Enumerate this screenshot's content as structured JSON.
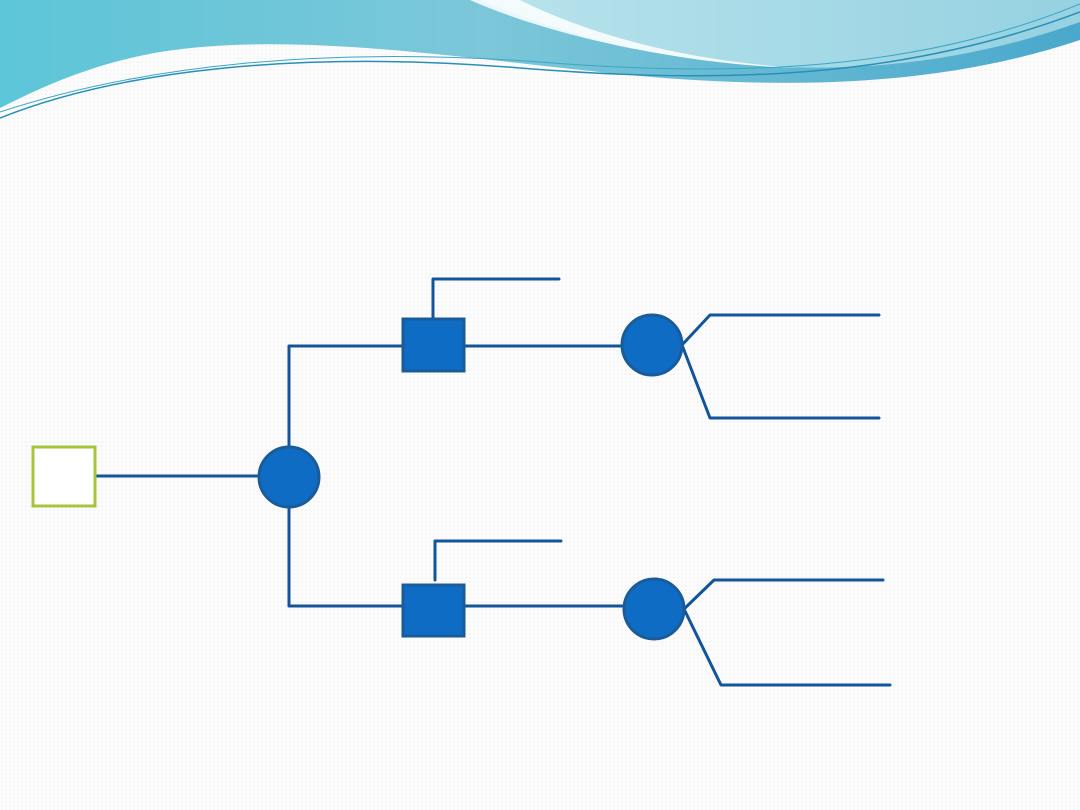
{
  "diagram": {
    "type": "decision-tree",
    "colors": {
      "edge": "#12559a",
      "node_fill": "#0f6cc4",
      "node_stroke": "#1a5b9a",
      "root_stroke": "#a6c43c",
      "root_fill": "#ffffff",
      "header_light": "#a8dde6",
      "header_mid": "#6fc3d6",
      "header_dark": "#2f98be"
    },
    "nodes": [
      {
        "id": "root",
        "kind": "decision-root",
        "label": ""
      },
      {
        "id": "chance-main",
        "kind": "chance",
        "label": ""
      },
      {
        "id": "decision-upper",
        "kind": "decision",
        "label": ""
      },
      {
        "id": "decision-lower",
        "kind": "decision",
        "label": ""
      },
      {
        "id": "chance-upper",
        "kind": "chance",
        "label": ""
      },
      {
        "id": "chance-lower",
        "kind": "chance",
        "label": ""
      }
    ],
    "edges": [
      {
        "from": "root",
        "to": "chance-main"
      },
      {
        "from": "chance-main",
        "to": "decision-upper"
      },
      {
        "from": "chance-main",
        "to": "decision-lower"
      },
      {
        "from": "decision-upper",
        "to": "chance-upper"
      },
      {
        "from": "decision-lower",
        "to": "chance-lower"
      },
      {
        "from": "decision-upper",
        "to": "leaf-upper-stop"
      },
      {
        "from": "decision-lower",
        "to": "leaf-lower-stop"
      },
      {
        "from": "chance-upper",
        "to": "leaf-upper-a"
      },
      {
        "from": "chance-upper",
        "to": "leaf-upper-b"
      },
      {
        "from": "chance-lower",
        "to": "leaf-lower-a"
      },
      {
        "from": "chance-lower",
        "to": "leaf-lower-b"
      }
    ]
  }
}
